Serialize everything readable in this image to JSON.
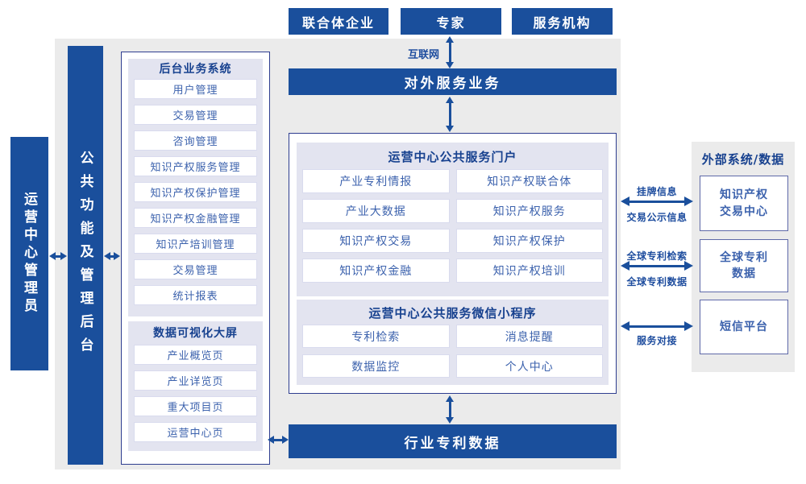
{
  "colors": {
    "primary_blue": "#1a4f9c",
    "panel_lavender": "#e3e4f0",
    "canvas_gray": "#ebebeb",
    "container_border_navy": "#2e3d8f",
    "item_text_blue": "#3c62ad",
    "link_label_navy": "#1d4c9e"
  },
  "top_actors": {
    "items": [
      {
        "label": "联合体企业"
      },
      {
        "label": "专家"
      },
      {
        "label": "服务机构"
      }
    ]
  },
  "internet": {
    "label": "互联网"
  },
  "external_service_bar": {
    "label": "对外服务业务"
  },
  "industry_patent_bar": {
    "label": "行业专利数据"
  },
  "left_side": {
    "admin": {
      "label": "运营中心管理员"
    },
    "backend": {
      "label": "公共功能及管理后台"
    },
    "backend_system": {
      "title": "后台业务系统",
      "items": [
        "用户管理",
        "交易管理",
        "咨询管理",
        "知识产权服务管理",
        "知识产权保护管理",
        "知识产权金融管理",
        "知识产培训管理",
        "交易管理",
        "统计报表"
      ]
    },
    "dashboard": {
      "title": "数据可视化大屏",
      "items": [
        "产业概览页",
        "产业详览页",
        "重大项目页",
        "运营中心页"
      ]
    }
  },
  "center": {
    "portal": {
      "title": "运营中心公共服务门户",
      "items": [
        "产业专利情报",
        "知识产权联合体",
        "产业大数据",
        "知识产权服务",
        "知识产权交易",
        "知识产权保护",
        "知识产权金融",
        "知识产权培训"
      ]
    },
    "miniprogram": {
      "title": "运营中心公共服务微信小程序",
      "items": [
        "专利检索",
        "消息提醒",
        "数据监控",
        "个人中心"
      ]
    }
  },
  "external_systems": {
    "title": "外部系统/数据",
    "boxes": [
      {
        "line1": "知识产权",
        "line2": "交易中心"
      },
      {
        "line1": "全球专利",
        "line2": "数据"
      },
      {
        "line1": "短信平台",
        "line2": ""
      }
    ]
  },
  "links": {
    "trade": {
      "top_label": "挂牌信息",
      "bottom_label": "交易公示信息"
    },
    "patent": {
      "top_label": "全球专利检索",
      "bottom_label": "全球专利数据"
    },
    "sms": {
      "bottom_label": "服务对接"
    }
  },
  "icons": {
    "double_arrow_horizontal": "↔",
    "double_arrow_vertical": "↕"
  }
}
